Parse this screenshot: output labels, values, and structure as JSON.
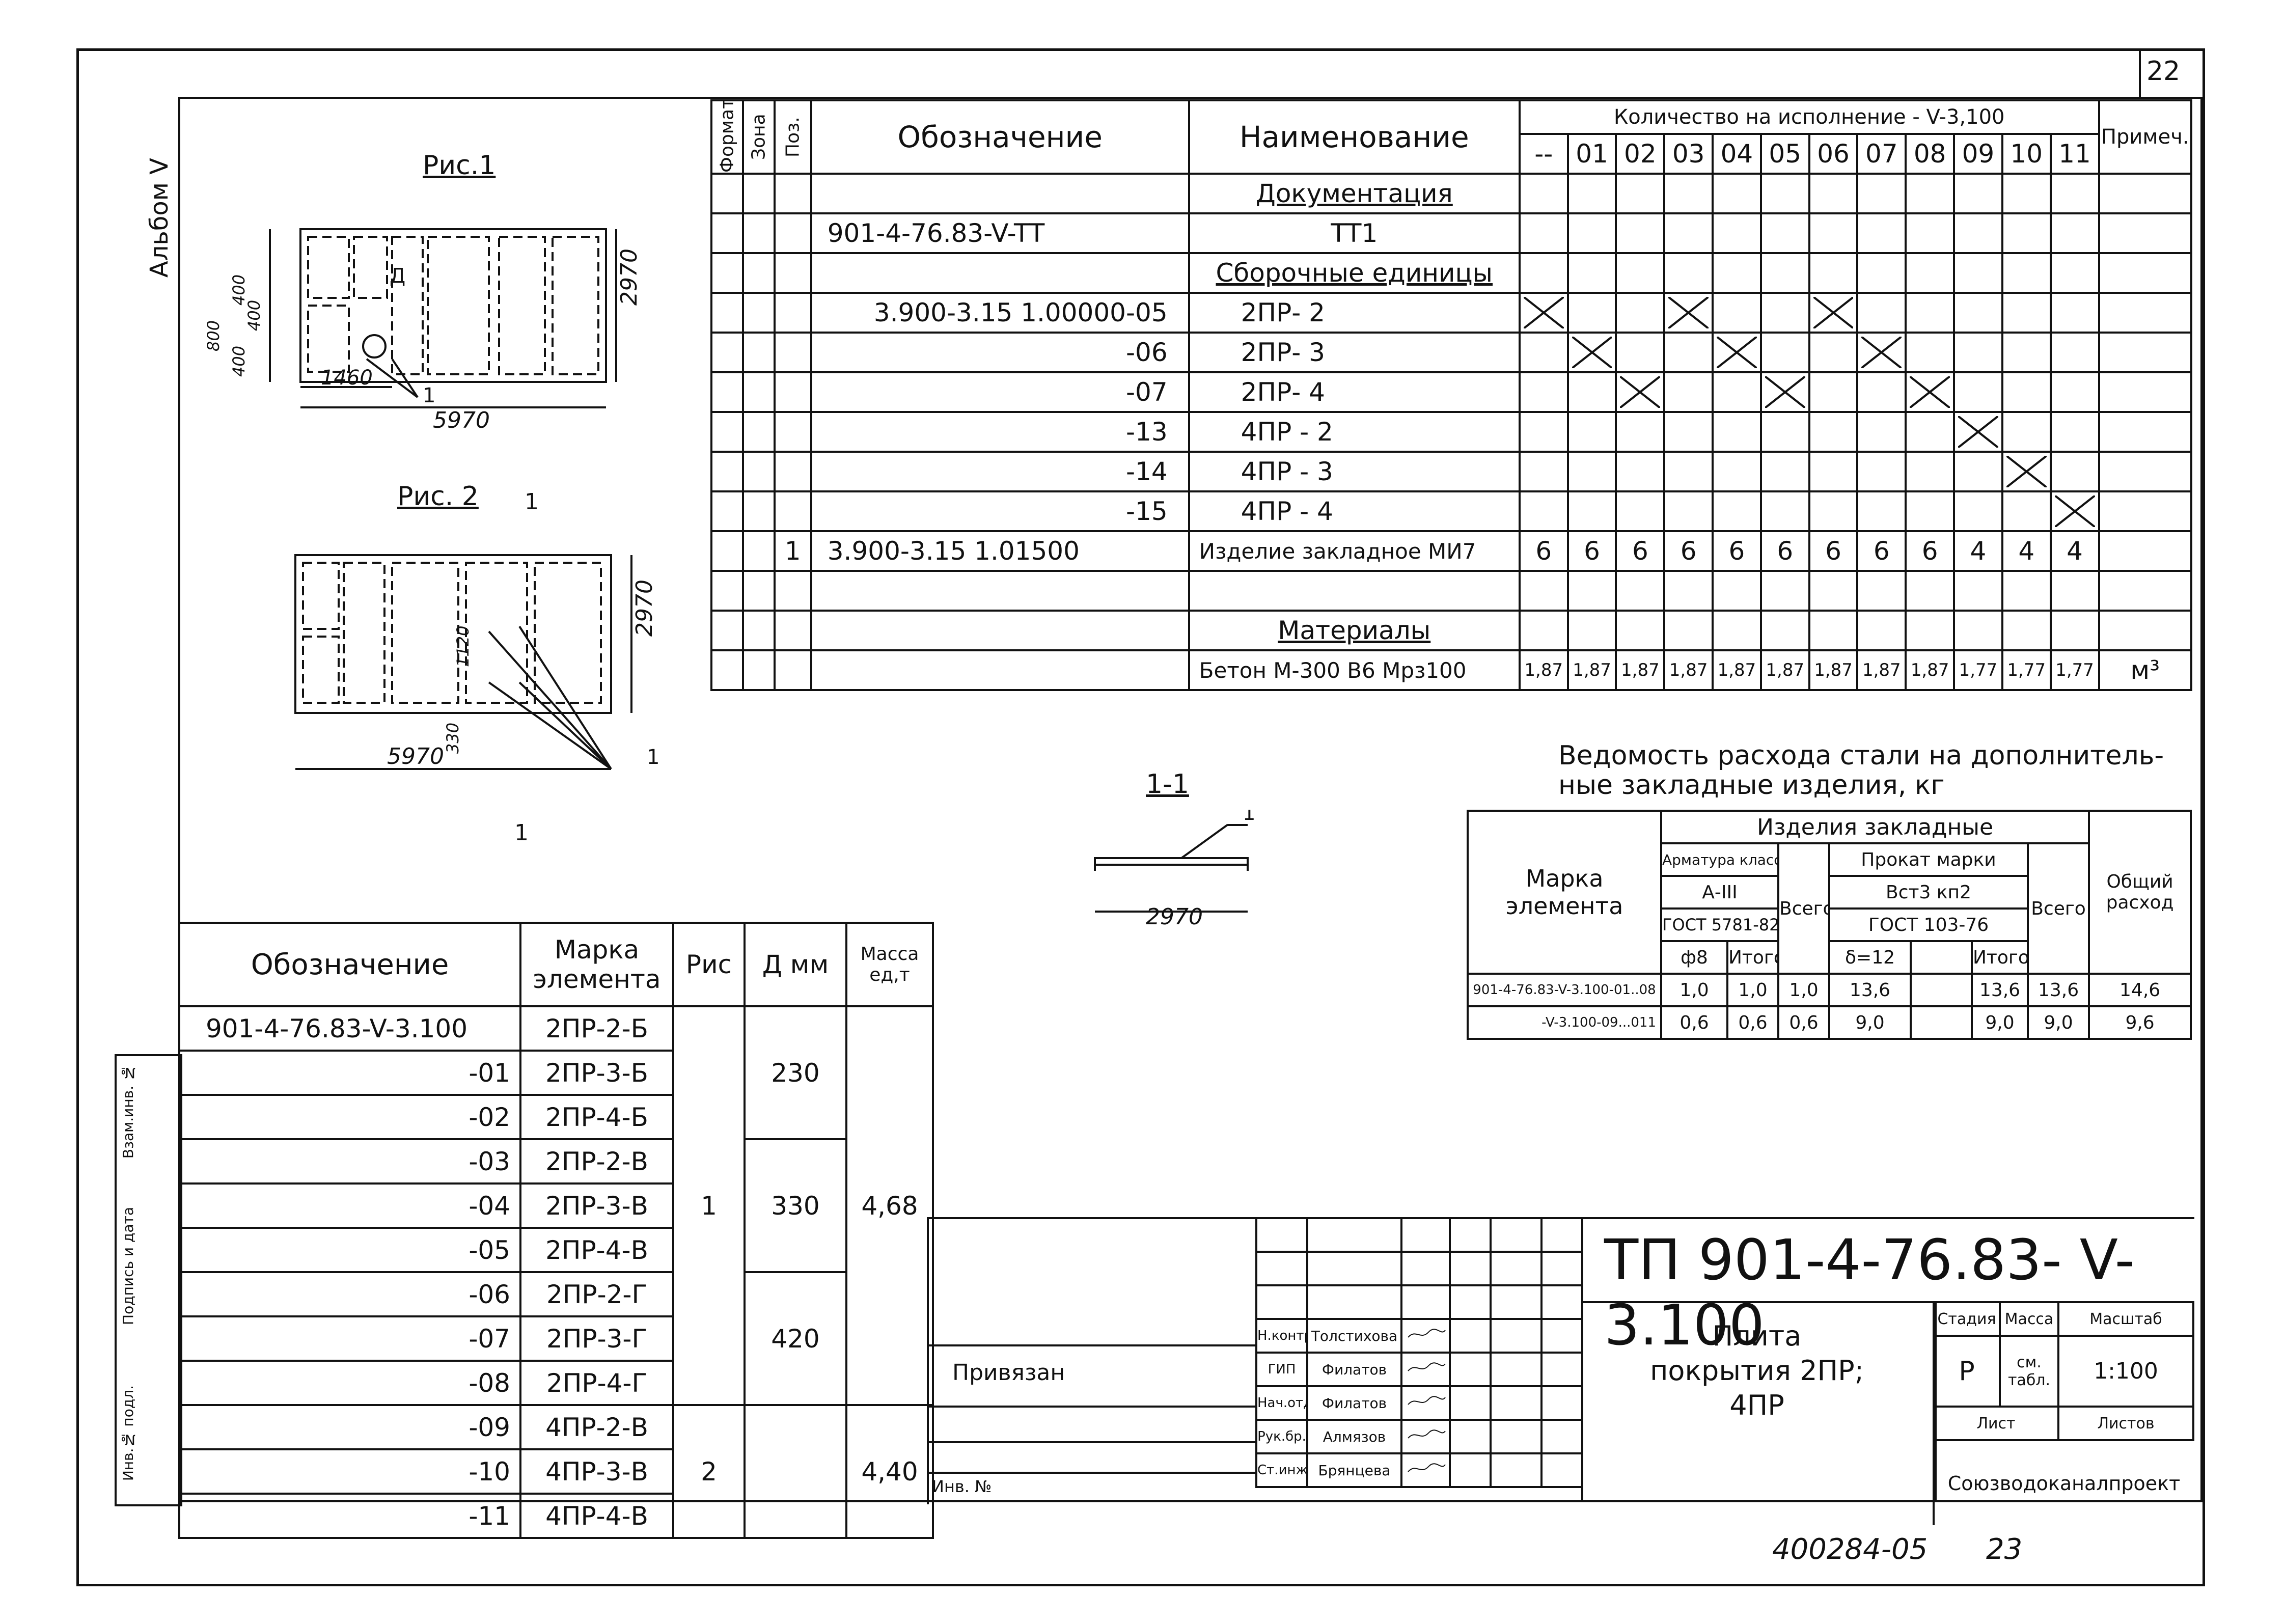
{
  "sheet_number": "22",
  "album": "Альбом V",
  "footer_code": "400284-05",
  "footer_page": "23",
  "figures": {
    "fig1_title": "Рис.1",
    "fig2_title": "Рис. 2",
    "fig1_dims": {
      "width": "5970",
      "height": "2970",
      "offset": "1460",
      "d1": "400",
      "d2": "400",
      "d3": "800",
      "d4": "400",
      "leader": "1",
      "hole": "Д"
    },
    "fig2_dims": {
      "width": "5970",
      "height": "2970",
      "d1": "1120",
      "d2": "330",
      "leader": "1"
    },
    "section_mark": "1",
    "section_title": "1-1",
    "section_dim": "2970",
    "section_leader": "1"
  },
  "spec": {
    "headers": {
      "format": "Формат",
      "zone": "Зона",
      "pos": "Поз.",
      "designation": "Обозначение",
      "name": "Наименование",
      "qty": "Количество на исполнение - V-3,100",
      "note": "Примеч."
    },
    "variants": [
      "--",
      "01",
      "02",
      "03",
      "04",
      "05",
      "06",
      "07",
      "08",
      "09",
      "10",
      "11"
    ],
    "sections": {
      "docs": "Документация",
      "assemblies": "Сборочные единицы",
      "materials": "Материалы"
    },
    "doc_row": {
      "designation": "901-4-76.83-V-TT",
      "name": "TT1"
    },
    "assembly_rows": [
      {
        "designation": "3.900-3.15 1.00000-05",
        "name": "2ПР- 2",
        "marks": [
          0,
          3,
          6
        ]
      },
      {
        "designation": "-06",
        "name": "2ПР- 3",
        "marks": [
          1,
          4,
          7
        ]
      },
      {
        "designation": "-07",
        "name": "2ПР- 4",
        "marks": [
          2,
          5,
          8
        ]
      },
      {
        "designation": "-13",
        "name": "4ПР - 2",
        "marks": [
          9
        ]
      },
      {
        "designation": "-14",
        "name": "4ПР - 3",
        "marks": [
          10
        ]
      },
      {
        "designation": "-15",
        "name": "4ПР - 4",
        "marks": [
          11
        ]
      }
    ],
    "embed_row": {
      "pos": "1",
      "designation": "3.900-3.15 1.01500",
      "name": "Изделие закладное МИ7",
      "qty": [
        "6",
        "6",
        "6",
        "6",
        "6",
        "6",
        "6",
        "6",
        "6",
        "4",
        "4",
        "4"
      ]
    },
    "concrete_row": {
      "name": "Бетон М-300 В6 Мрз100",
      "qty": [
        "1,87",
        "1,87",
        "1,87",
        "1,87",
        "1,87",
        "1,87",
        "1,87",
        "1,87",
        "1,87",
        "1,77",
        "1,77",
        "1,77"
      ],
      "unit": "м³"
    }
  },
  "variants_table": {
    "headers": {
      "designation": "Обозначение",
      "mark": "Марка элемента",
      "fig": "Рис",
      "d": "Д мм",
      "mass": "Масса ед,т"
    },
    "rows": [
      {
        "des": "901-4-76.83-V-3.100",
        "mark": "2ПР-2-Б"
      },
      {
        "des": "-01",
        "mark": "2ПР-3-Б"
      },
      {
        "des": "-02",
        "mark": "2ПР-4-Б"
      },
      {
        "des": "-03",
        "mark": "2ПР-2-В"
      },
      {
        "des": "-04",
        "mark": "2ПР-3-В"
      },
      {
        "des": "-05",
        "mark": "2ПР-4-В"
      },
      {
        "des": "-06",
        "mark": "2ПР-2-Г"
      },
      {
        "des": "-07",
        "mark": "2ПР-3-Г"
      },
      {
        "des": "-08",
        "mark": "2ПР-4-Г"
      },
      {
        "des": "-09",
        "mark": "4ПР-2-В"
      },
      {
        "des": "-10",
        "mark": "4ПР-3-В"
      },
      {
        "des": "-11",
        "mark": "4ПР-4-В"
      }
    ],
    "fig_values": [
      "1",
      "2"
    ],
    "d_values": [
      "230",
      "330",
      "420"
    ],
    "mass_values": [
      "4,68",
      "4,40"
    ]
  },
  "steel": {
    "title": "Ведомость расхода стали на дополнитель- ные закладные изделия, кг",
    "h_embed": "Изделия закладные",
    "h_mark": "Марка элемента",
    "h_rebar": "Арматура класса",
    "h_rebar_cls": "А-III",
    "h_rebar_gost": "ГОСТ 5781-82",
    "h_total": "Всего",
    "h_rolled": "Прокат марки",
    "h_rolled_cls": "Вст3 кп2",
    "h_rolled_gost": "ГОСТ 103-76",
    "h_overall": "Общий расход",
    "h_f8": "ф8",
    "h_itogo": "Итого",
    "h_d12": "δ=12",
    "rows": [
      {
        "mark": "901-4-76.83-V-3.100-01..08",
        "f8": "1,0",
        "itogo": "1,0",
        "total": "1,0",
        "d12": "13,6",
        "blank": "",
        "itogo2": "13,6",
        "total2": "13,6",
        "overall": "14,6"
      },
      {
        "mark": "-V-3.100-09...011",
        "f8": "0,6",
        "itogo": "0,6",
        "total": "0,6",
        "d12": "9,0",
        "blank": "",
        "itogo2": "9,0",
        "total2": "9,0",
        "overall": "9,6"
      }
    ]
  },
  "title_block": {
    "code": "ТП 901-4-76.83- V- 3.100",
    "title": "Плита покрытия 2ПР; 4ПР",
    "stage_h": "Стадия",
    "mass_h": "Масса",
    "scale_h": "Масштаб",
    "stage": "Р",
    "mass": "см. табл.",
    "scale": "1:100",
    "sheet_h": "Лист",
    "sheets_h": "Листов",
    "org": "Союзводоканалпроект",
    "privyazan": "Привязан",
    "inv": "Инв. №",
    "signers": [
      {
        "role": "Н.контр",
        "name": "Толстихова"
      },
      {
        "role": "ГИП",
        "name": "Филатов"
      },
      {
        "role": "Нач.отд.",
        "name": "Филатов"
      },
      {
        "role": "Рук.бр.",
        "name": "Алмязов"
      },
      {
        "role": "Ст.инж.",
        "name": "Брянцева"
      }
    ]
  },
  "side_stamp": [
    "Взам.инв. №",
    "Подпись и дата",
    "Инв.№ подл."
  ]
}
